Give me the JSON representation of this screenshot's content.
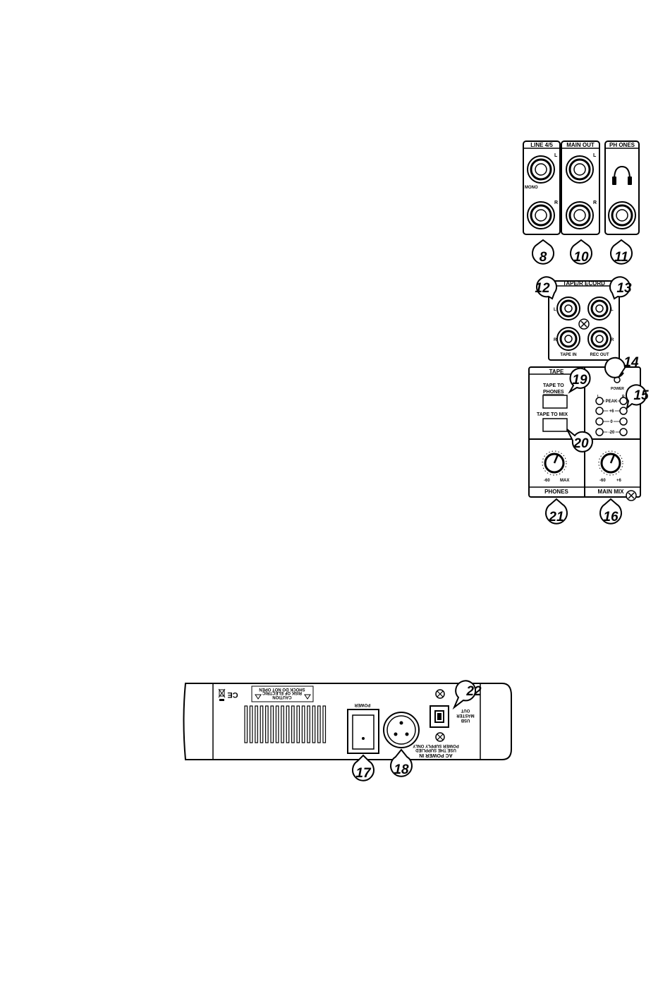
{
  "panels": {
    "line45": {
      "title": "LINE 4/5",
      "left": "L",
      "right": "R",
      "mono": "MONO"
    },
    "mainout": {
      "title": "MAIN OUT",
      "left": "L",
      "right": "R"
    },
    "phones_jack": {
      "title": "PH ONES"
    }
  },
  "tape_record": {
    "title": "TAPE/R ECORD",
    "left_l": "L",
    "left_r": "R",
    "right_l": "L",
    "right_r": "R",
    "tape_in": "TAPE IN",
    "rec_out": "REC OUT"
  },
  "tape_section": {
    "title": "TAPE",
    "to_phones": "TAPE TO",
    "to_phones_2": "PHONES",
    "to_mix": "TAPE TO MIX"
  },
  "meter": {
    "power": "POWER",
    "l": "L",
    "r": "R",
    "levels": [
      "PEAK",
      "+6",
      "0",
      "-20"
    ]
  },
  "knobs": {
    "phones": {
      "label": "PHONES",
      "min": "-60",
      "max": "MAX"
    },
    "mainmix": {
      "label": "MAIN MIX",
      "min": "-60",
      "max": "+6"
    }
  },
  "callouts": [
    "8",
    "10",
    "11",
    "12",
    "13",
    "14",
    "15",
    "16",
    "17",
    "18",
    "19",
    "20",
    "21",
    "22"
  ],
  "rear": {
    "caution_title": "CAUTION",
    "caution_line1": "RISK OF ELECTRIC",
    "caution_line2": "SHOCK DO NOT OPEN",
    "power_label": "POWER",
    "ac_label": "AC POWER IN",
    "ac_sub1": "USE THE SUPPLIED",
    "ac_sub2": "POWER SUPPLY ONLY",
    "usb1": "USB",
    "usb2": "MASTER",
    "usb3": "OUT",
    "ce": "CE"
  }
}
